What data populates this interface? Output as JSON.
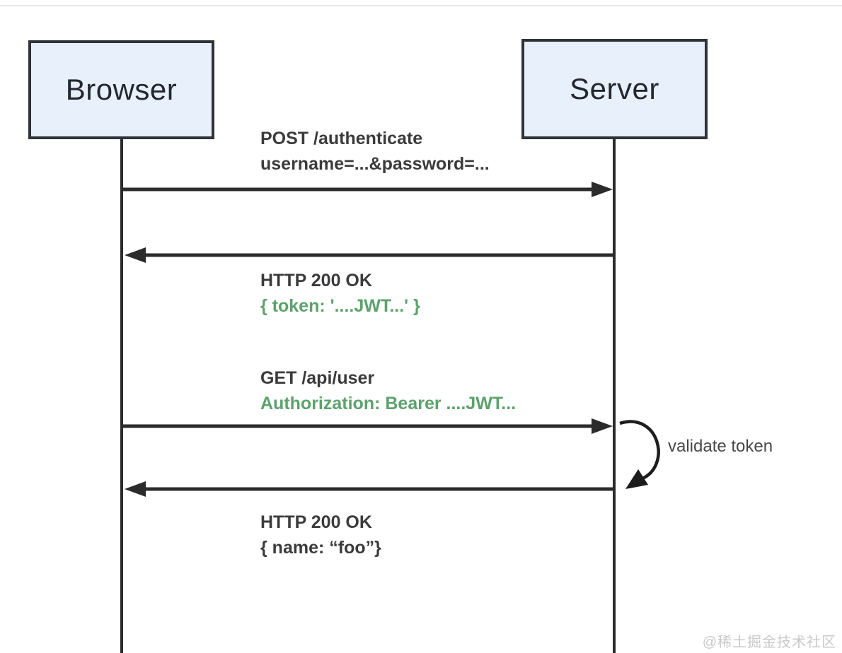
{
  "diagram": {
    "title_hint": "JWT authentication sequence diagram",
    "actors": [
      {
        "id": "browser",
        "label": "Browser"
      },
      {
        "id": "server",
        "label": "Server"
      }
    ],
    "messages": [
      {
        "from": "browser",
        "to": "server",
        "lines": [
          "POST /authenticate",
          "username=...&password=..."
        ]
      },
      {
        "from": "server",
        "to": "browser",
        "lines": [
          "HTTP 200 OK",
          "{ token: '....JWT...' }"
        ]
      },
      {
        "from": "browser",
        "to": "server",
        "lines": [
          "GET /api/user",
          "Authorization: Bearer ....JWT..."
        ]
      },
      {
        "from": "server",
        "to": "server",
        "lines": [
          "validate token"
        ]
      },
      {
        "from": "server",
        "to": "browser",
        "lines": [
          "HTTP 200 OK",
          "{ name: “foo”}"
        ]
      }
    ],
    "colors": {
      "actor_fill": "#e7f0fb",
      "actor_border": "#2f3237",
      "arrow": "#2b2b2b",
      "text": "#3b3b3b",
      "highlight_green": "#5ca26c",
      "watermark": "#c9c9c9"
    }
  },
  "watermark": {
    "text": "@稀土掘金技术社区"
  }
}
